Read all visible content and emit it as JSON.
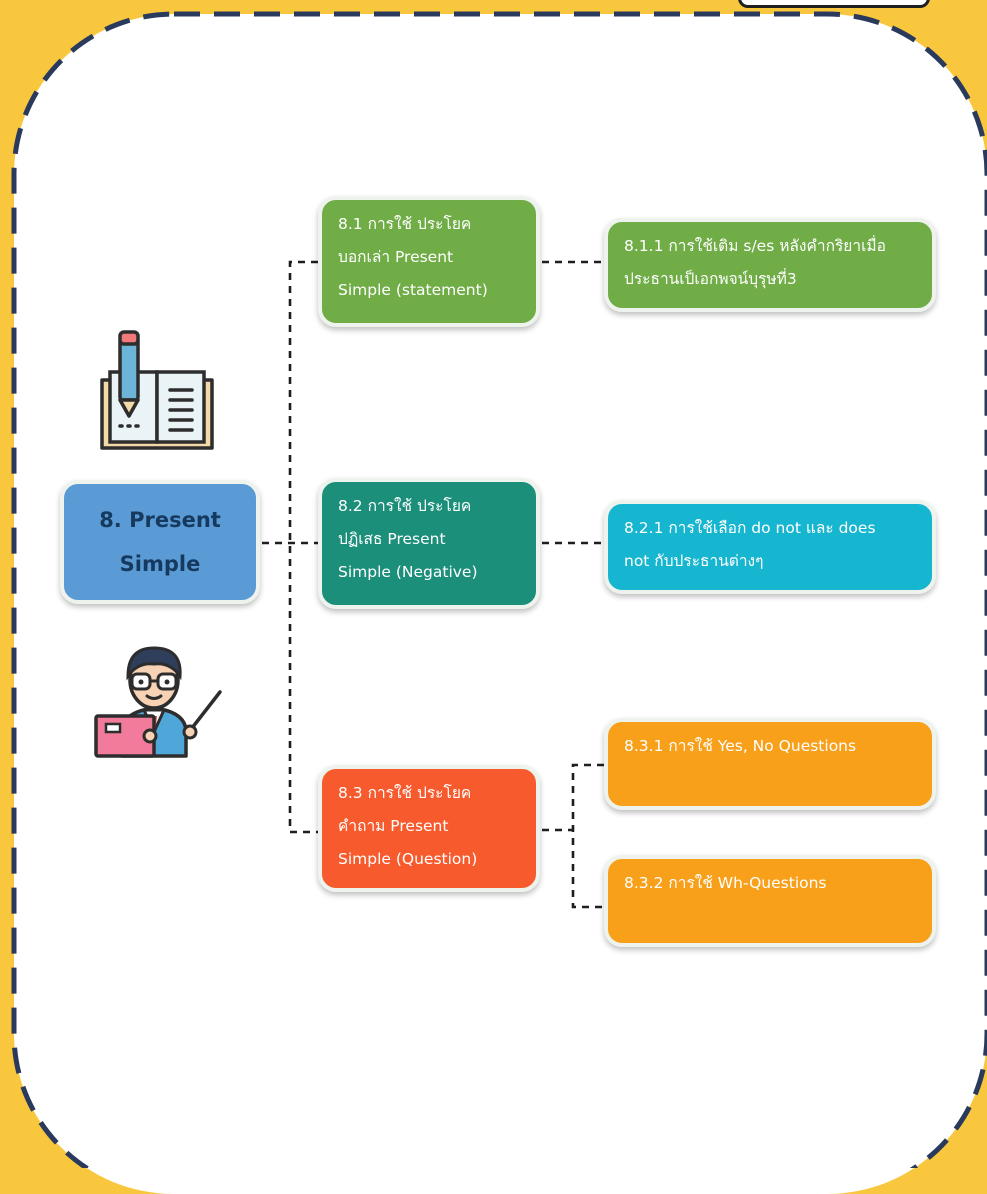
{
  "colors": {
    "background": "#f9c73d",
    "dash_border": "#2a3a5c",
    "root": "#5b9bd5",
    "green": "#70ad47",
    "teal": "#1b8f7a",
    "cyan": "#17b6d0",
    "red_orange": "#f75a2c",
    "orange": "#f9a01b"
  },
  "root": {
    "lines": [
      "8. Present",
      "Simple"
    ]
  },
  "branches": [
    {
      "lines": [
        "8.1 การใช้ ประโยค",
        "บอกเล่า Present",
        "Simple (statement)"
      ],
      "children": [
        {
          "lines": [
            "8.1.1 การใช้เติม s/es หลังคำกริยาเมื่อ",
            "ประธานเป็เอกพจน์บุรุษที่3"
          ]
        }
      ]
    },
    {
      "lines": [
        "8.2 การใช้ ประโยค",
        "ปฏิเสธ Present",
        "Simple (Negative)"
      ],
      "children": [
        {
          "lines": [
            "8.2.1 การใช้เลือก do not และ does",
            "not กับประธานต่างๆ"
          ]
        }
      ]
    },
    {
      "lines": [
        "8.3 การใช้ ประโยค",
        "คำถาม Present",
        "Simple (Question)"
      ],
      "children": [
        {
          "lines": [
            "8.3.1 การใช้ Yes, No Questions"
          ]
        },
        {
          "lines": [
            "8.3.2 การใช้ Wh-Questions"
          ]
        }
      ]
    }
  ],
  "icons": {
    "top": "book-and-pencil-icon",
    "bottom": "teacher-with-book-icon"
  }
}
